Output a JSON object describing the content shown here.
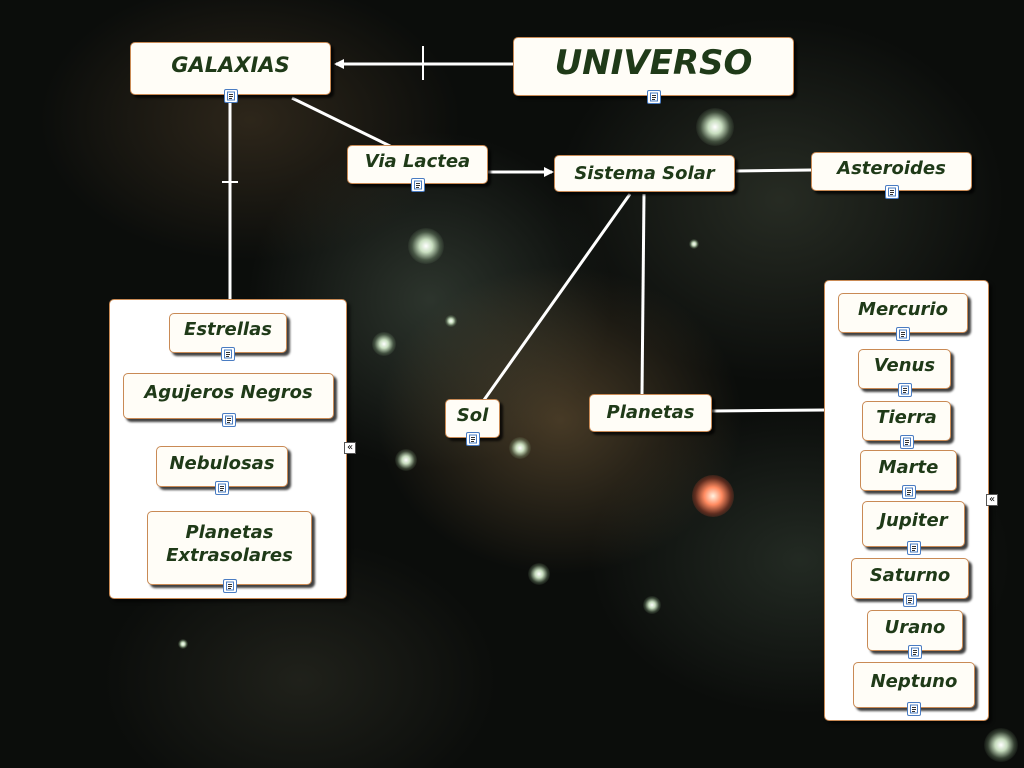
{
  "map": {
    "root": "UNIVERSO",
    "galaxias": "GALAXIAS",
    "via_lactea": "Via Lactea",
    "sistema_solar": "Sistema Solar",
    "asteroides": "Asteroides",
    "sol": "Sol",
    "planetas": "Planetas",
    "galaxy_group": [
      "Estrellas",
      "Agujeros Negros",
      "Nebulosas",
      "Planetas\nExtrasolares"
    ],
    "planet_group": [
      "Mercurio",
      "Venus",
      "Tierra",
      "Marte",
      "Jupiter",
      "Saturno",
      "Urano",
      "Neptuno"
    ]
  },
  "icons": {
    "resource": "document-icon",
    "collapse": "collapse-left-icon"
  },
  "colors": {
    "node_text": "#1f3a18",
    "node_border": "#c98a55",
    "link": "#ffffff",
    "resource_icon": "#4a7cc2"
  }
}
